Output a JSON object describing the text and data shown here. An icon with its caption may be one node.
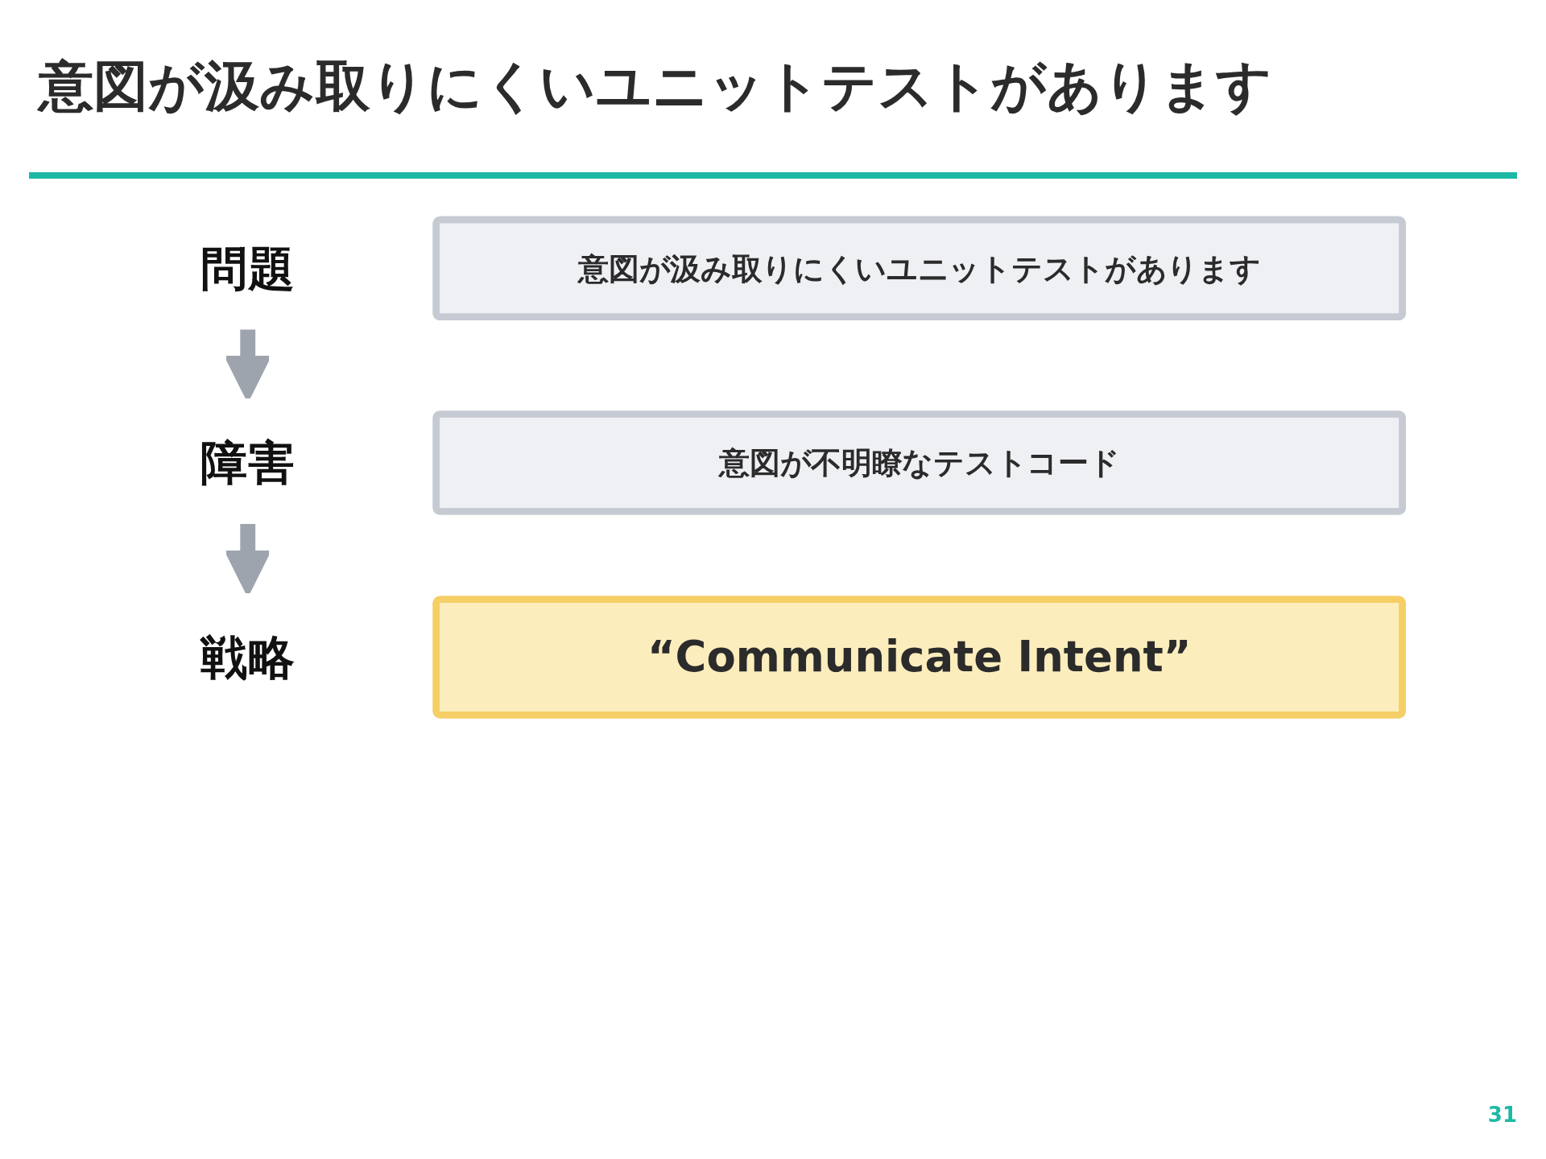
{
  "diagram": {
    "title": "意図が汲み取りにくいユニットテストがあります",
    "nodes": [
      {
        "text": [
          "問題"
        ]
      },
      {
        "text": [
          "意図が汲み取りにくいユニットテストがあります"
        ]
      },
      {
        "text": [
          "障害"
        ]
      },
      {
        "text": [
          "意図が不明瞭なテストコード"
        ]
      },
      {
        "text": [
          "戦略"
        ]
      },
      {
        "text": [
          "“Communicate Intent”"
        ]
      }
    ],
    "edges": [
      {
        "from": 0,
        "to": 2,
        "arrow": "to"
      },
      {
        "from": 2,
        "to": 4,
        "arrow": "to"
      }
    ],
    "labels": [
      "31"
    ]
  }
}
